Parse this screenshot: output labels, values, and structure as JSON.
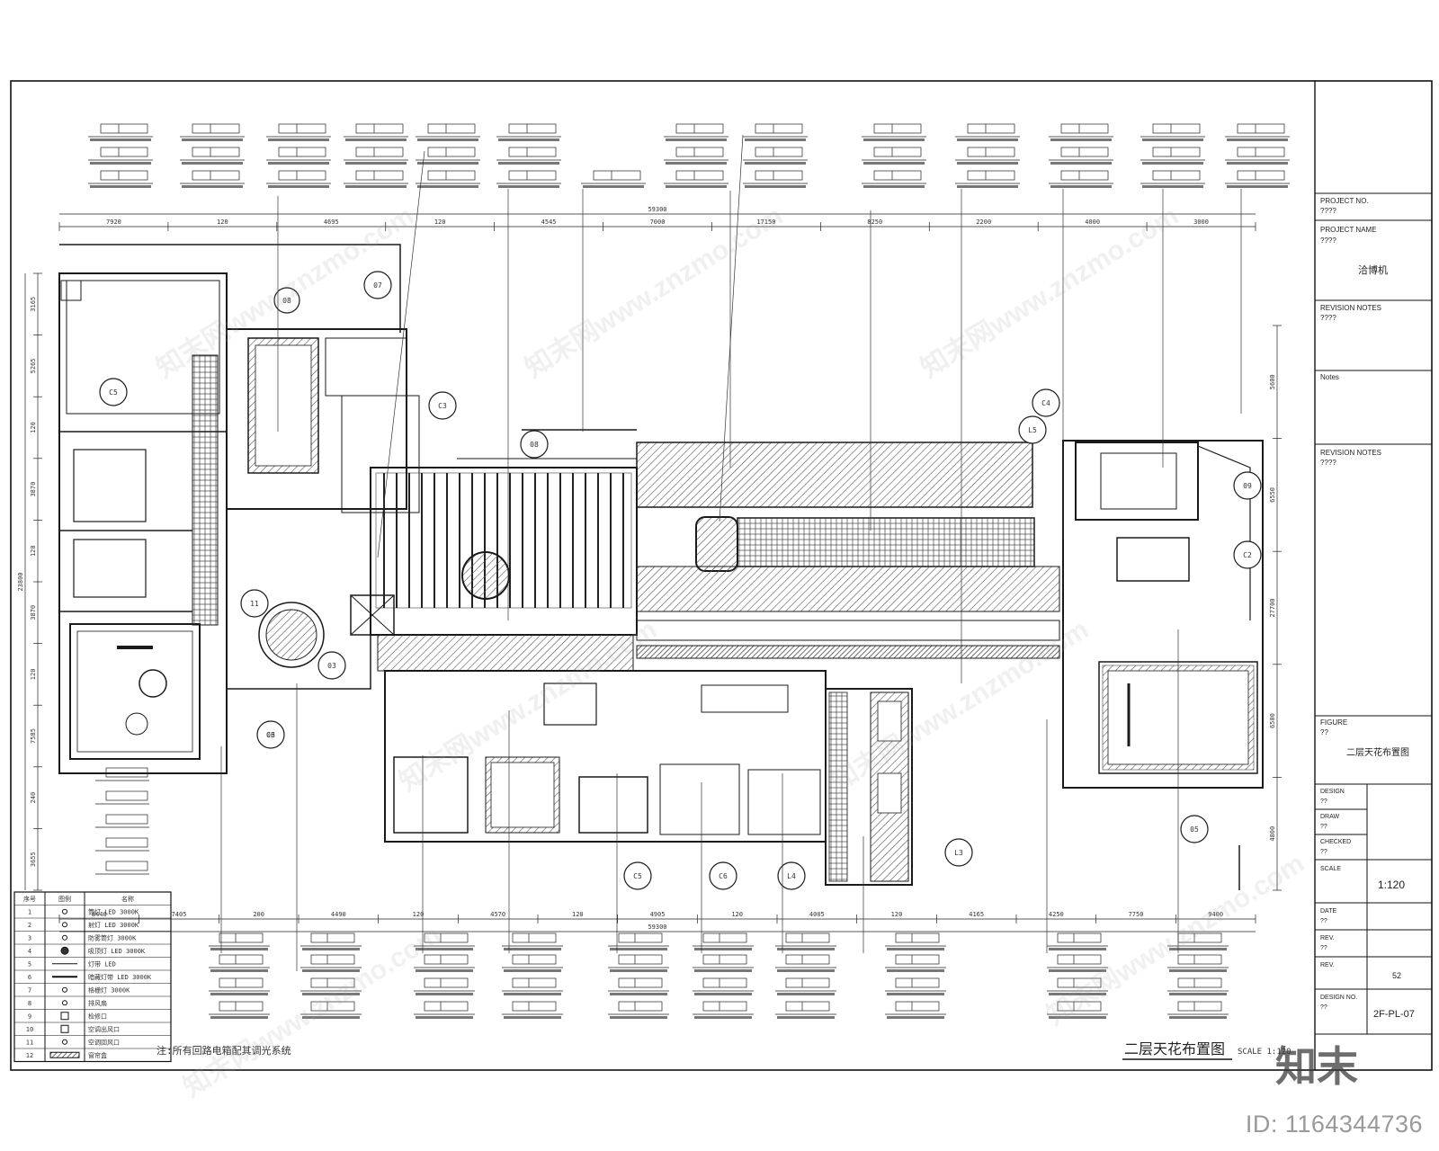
{
  "title_block": {
    "project_no_label": "PROJECT NO.",
    "project_no_value": "????",
    "project_name_label": "PROJECT NAME",
    "project_name_value": "????",
    "project_name_cn": "洽博机",
    "revision_notes_label": "REVISION NOTES",
    "revision_notes_value": "????",
    "notes_label": "Notes",
    "revision_notes2_label": "REVISION NOTES",
    "revision_notes2_value": "????",
    "figure_label": "FIGURE",
    "figure_value": "??",
    "figure_name": "二层天花布置图",
    "design_label": "DESIGN",
    "design_value": "??",
    "draw_label": "DRAW",
    "draw_value": "??",
    "checked_label": "CHECKED",
    "checked_value": "??",
    "scale_label": "SCALE",
    "scale_value": "1:120",
    "date_label": "DATE",
    "date_value": "??",
    "rev_label": "REV.",
    "rev_value": "??",
    "rev2_label": "REV.",
    "rev2_value": "52",
    "design_no_label": "DESIGN NO.",
    "design_no_value": "??",
    "drawing_no_value": "2F-PL-07"
  },
  "drawing": {
    "title": "二层天花布置图",
    "scale": "SCALE 1:120",
    "top_dims": [
      "7920",
      "120",
      "4695",
      "120",
      "4545",
      "7000",
      "17150",
      "8250",
      "2200",
      "4000",
      "3000"
    ],
    "top_total": "59300",
    "bottom_dims": [
      "8440",
      "7405",
      "200",
      "4490",
      "120",
      "4570",
      "120",
      "4905",
      "120",
      "4005",
      "120",
      "4165",
      "4250",
      "7750",
      "9400"
    ],
    "bottom_total": "59300",
    "left_dims": [
      "3165",
      "5265",
      "120",
      "3870",
      "120",
      "3870",
      "120",
      "7585",
      "240",
      "3655"
    ],
    "left_total": "23800",
    "right_dims": [
      "5600",
      "6550",
      "27700",
      "6500",
      "4800"
    ],
    "room_tags": [
      "C5",
      "C3",
      "C3",
      "08",
      "11",
      "03",
      "C4",
      "05",
      "09",
      "C2",
      "C5",
      "C6",
      "L4",
      "L3",
      "L5",
      "08",
      "07",
      "06"
    ],
    "note_line": "注:所有回路电箱配其调光系统"
  },
  "legend": {
    "headers": [
      "序号",
      "图例",
      "名称"
    ],
    "rows": [
      {
        "no": "1",
        "name": "筒灯 LED 3000K"
      },
      {
        "no": "2",
        "name": "射灯 LED 3000K"
      },
      {
        "no": "3",
        "name": "防雾筒灯 3000K"
      },
      {
        "no": "4",
        "name": "吸顶灯 LED 3000K"
      },
      {
        "no": "5",
        "name": "灯带 LED"
      },
      {
        "no": "6",
        "name": "暗藏灯带 LED 3000K"
      },
      {
        "no": "7",
        "name": "格栅灯 3000K"
      },
      {
        "no": "8",
        "name": "排风扇"
      },
      {
        "no": "9",
        "name": "检修口"
      },
      {
        "no": "10",
        "name": "空调出风口"
      },
      {
        "no": "11",
        "name": "空调回风口"
      },
      {
        "no": "12",
        "name": "窗帘盒"
      }
    ]
  },
  "watermark": {
    "text": "知末网www.znzmo.com",
    "brand": "知末",
    "image_id": "ID: 1164344736"
  },
  "colors": {
    "line": "#1a1a1a",
    "hatch": "#555555",
    "dark_fill": "#2b2b2b",
    "watermark": "#a0a0a0"
  }
}
